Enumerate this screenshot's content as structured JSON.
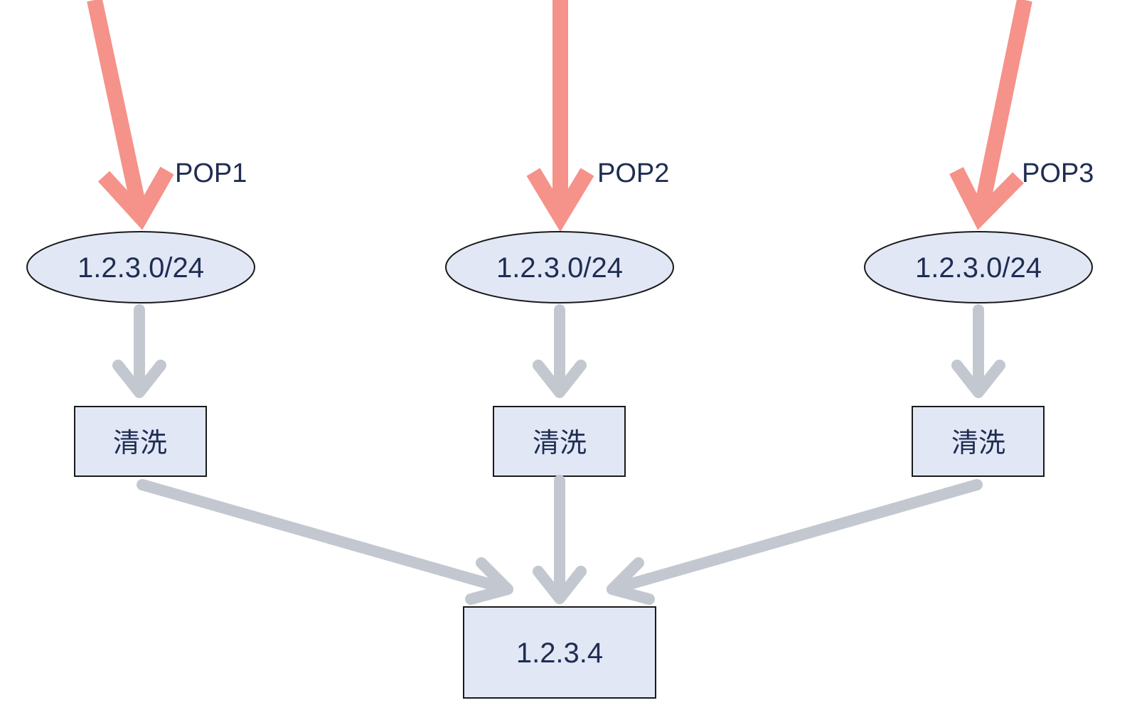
{
  "pops": [
    {
      "pop_label": "POP1",
      "prefix": "1.2.3.0/24",
      "clean": "清洗"
    },
    {
      "pop_label": "POP2",
      "prefix": "1.2.3.0/24",
      "clean": "清洗"
    },
    {
      "pop_label": "POP3",
      "prefix": "1.2.3.0/24",
      "clean": "清洗"
    }
  ],
  "target": {
    "label": "1.2.3.4"
  },
  "colors": {
    "attack_arrow": "#f5928a",
    "flow_arrow": "#c3c8d0",
    "node_fill": "#e2e7f6",
    "node_stroke": "#1a1a1a",
    "text": "#1f2d52"
  }
}
